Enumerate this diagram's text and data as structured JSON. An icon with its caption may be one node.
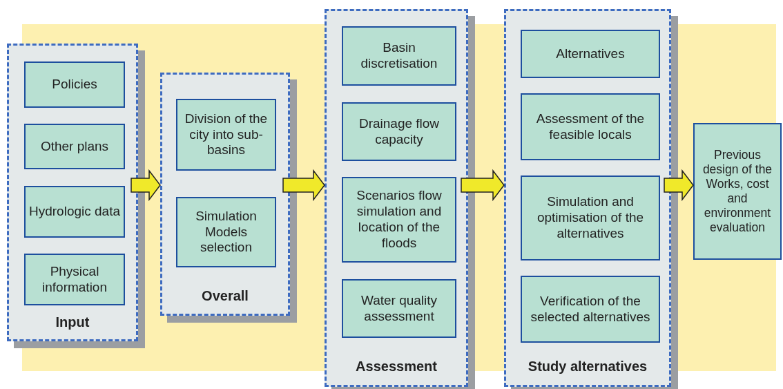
{
  "diagram": {
    "nodes": [
      {
        "text": [
          "Input"
        ]
      },
      {
        "text": [
          "Policies"
        ],
        "in": 0
      },
      {
        "text": [
          "Other plans"
        ],
        "in": 0
      },
      {
        "text": [
          "Hydrologic data"
        ],
        "in": 0
      },
      {
        "text": [
          "Physical information"
        ],
        "in": 0
      },
      {
        "text": [
          "Overall"
        ]
      },
      {
        "text": [
          "Division of the city into sub-basins"
        ],
        "in": 5
      },
      {
        "text": [
          "Simulation Models selection"
        ],
        "in": 5
      },
      {
        "text": [
          "Assessment"
        ]
      },
      {
        "text": [
          "Basin discretisation"
        ],
        "in": 8
      },
      {
        "text": [
          "Drainage flow capacity"
        ],
        "in": 8
      },
      {
        "text": [
          "Scenarios flow simulation and location of the floods"
        ],
        "in": 8
      },
      {
        "text": [
          "Water quality assessment"
        ],
        "in": 8
      },
      {
        "text": [
          "Study alternatives"
        ]
      },
      {
        "text": [
          "Alternatives"
        ],
        "in": 13
      },
      {
        "text": [
          "Assessment of the feasible locals"
        ],
        "in": 13
      },
      {
        "text": [
          "Simulation and optimisation of the alternatives"
        ],
        "in": 13
      },
      {
        "text": [
          "Verification of the selected alternatives"
        ],
        "in": 13
      },
      {
        "text": [
          "Previous design of the Works, cost and environment evaluation"
        ]
      }
    ],
    "edges": [
      {
        "from": 0,
        "to": 5,
        "arrow": "to"
      },
      {
        "from": 5,
        "to": 8,
        "arrow": "to"
      },
      {
        "from": 8,
        "to": 13,
        "arrow": "to"
      },
      {
        "from": 13,
        "to": 18,
        "arrow": "to"
      }
    ]
  }
}
